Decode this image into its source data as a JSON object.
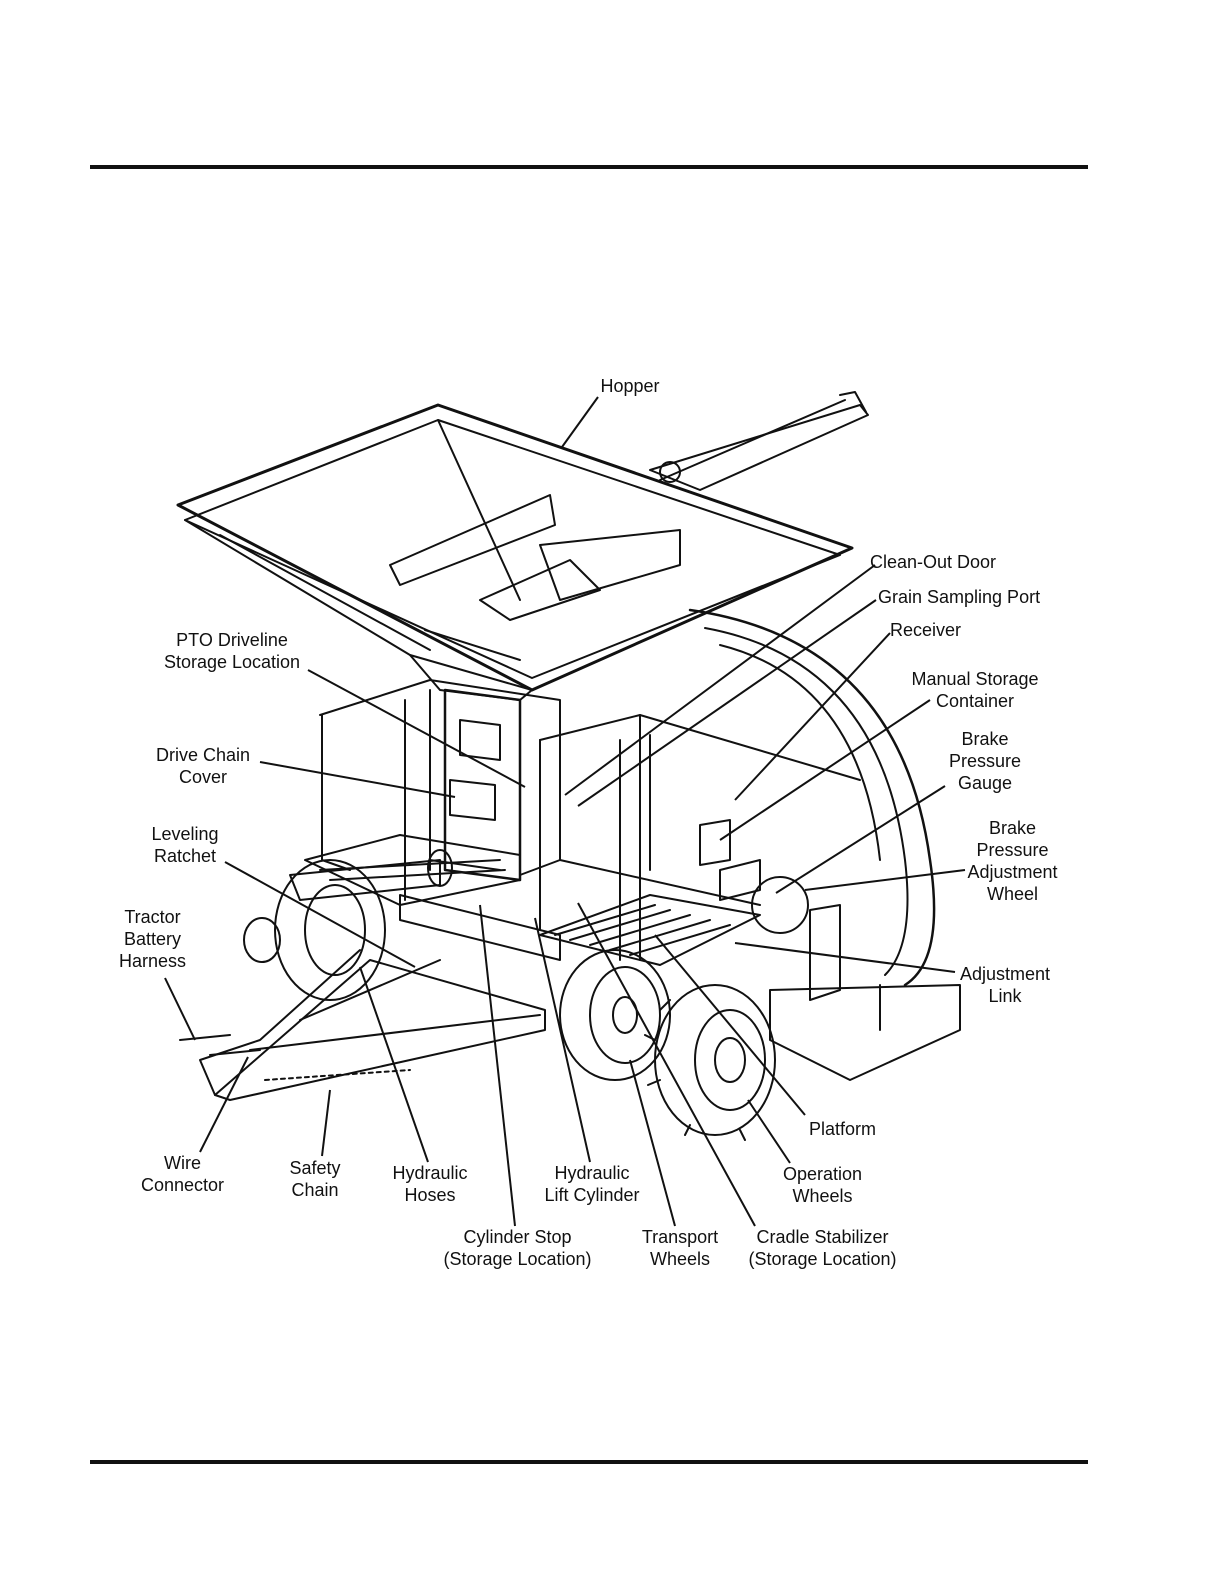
{
  "labels": {
    "hopper": "Hopper",
    "clean_out_door": "Clean-Out Door",
    "grain_sampling_port": "Grain Sampling Port",
    "receiver": "Receiver",
    "manual_storage_container": "Manual Storage\nContainer",
    "brake_pressure_gauge": "Brake\nPressure\nGauge",
    "brake_pressure_adjustment_wheel": "Brake\nPressure\nAdjustment\nWheel",
    "adjustment_link": "Adjustment\nLink",
    "pto_driveline_storage": "PTO Driveline\nStorage Location",
    "drive_chain_cover": "Drive Chain\nCover",
    "leveling_ratchet": "Leveling\nRatchet",
    "tractor_battery_harness": "Tractor\nBattery\nHarness",
    "wire_connector": "Wire\nConnector",
    "safety_chain": "Safety\nChain",
    "hydraulic_hoses": "Hydraulic\nHoses",
    "hydraulic_lift_cylinder": "Hydraulic\nLift Cylinder",
    "cylinder_stop": "Cylinder Stop\n(Storage Location)",
    "transport_wheels": "Transport\nWheels",
    "cradle_stabilizer": "Cradle Stabilizer\n(Storage Location)",
    "operation_wheels": "Operation\nWheels",
    "platform": "Platform"
  }
}
